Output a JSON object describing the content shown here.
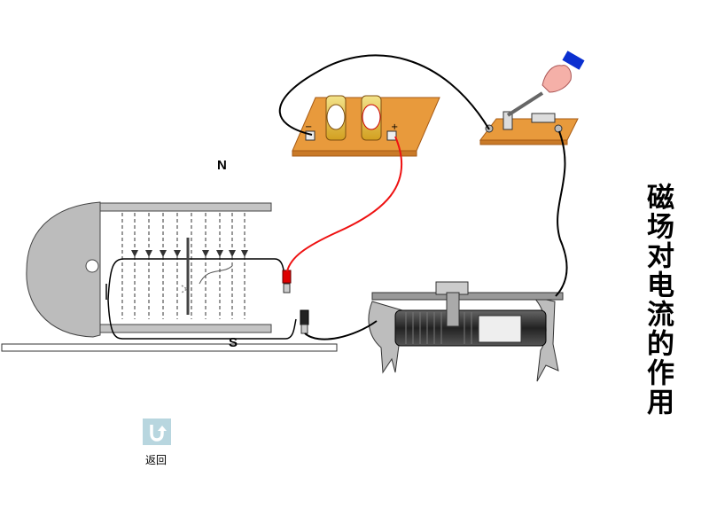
{
  "labels": {
    "north": "N",
    "south": "S"
  },
  "title": "磁场对电流的作用",
  "back_button": {
    "label": "返回",
    "icon": "u-turn-arrow-icon"
  },
  "colors": {
    "wood": "#e89a3c",
    "wood_edge": "#a65a14",
    "magnet": "#b3b3b3",
    "red_wire": "#e11",
    "wire": "#000000",
    "hand_cuff": "#0a2fd0",
    "back_button_bg": "#b8d6df"
  }
}
